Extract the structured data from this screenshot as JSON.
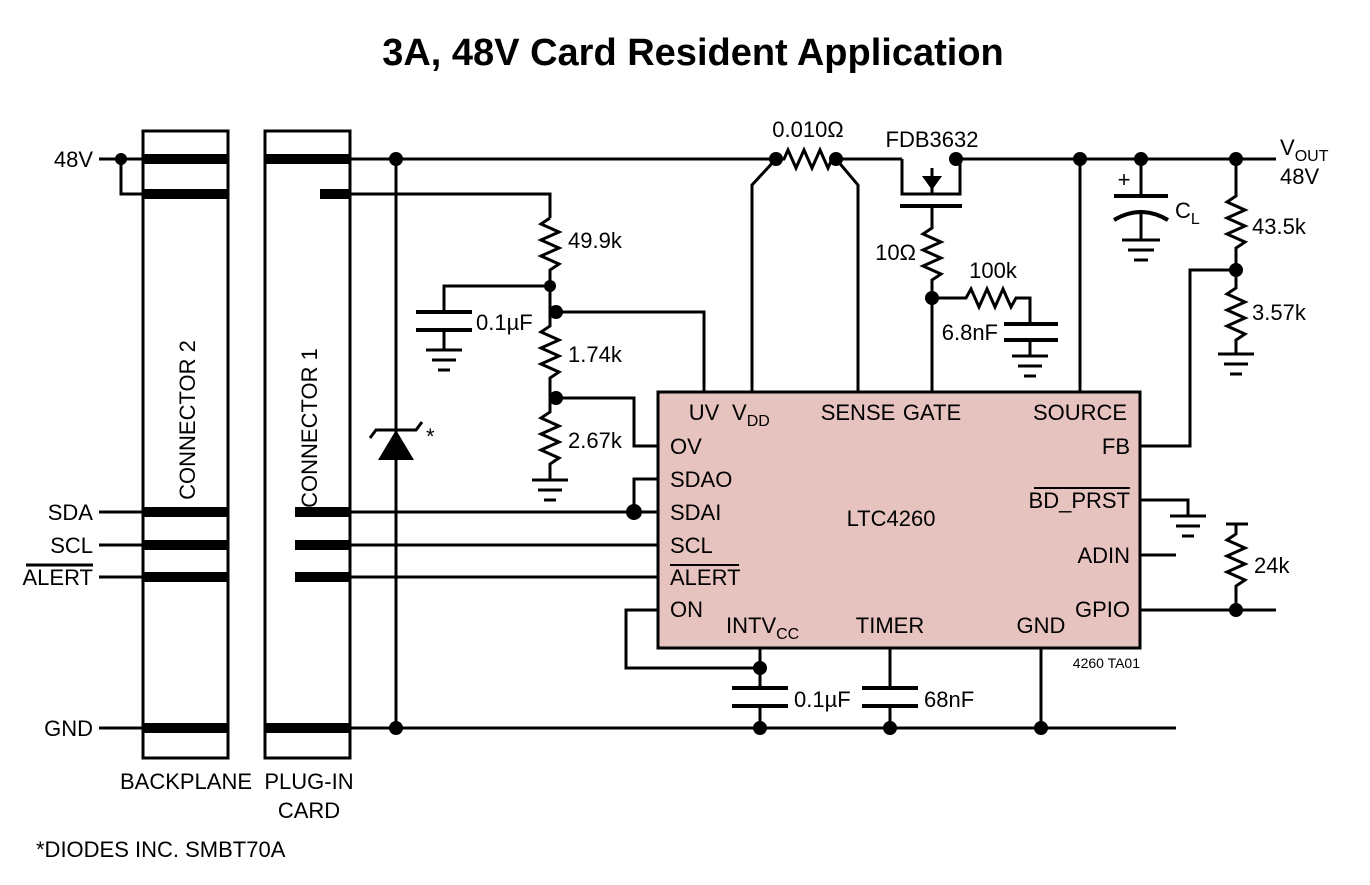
{
  "title": "3A, 48V Card Resident Application",
  "connectors": {
    "backplane_connector": "CONNECTOR 2",
    "card_connector": "CONNECTOR 1",
    "backplane_label": "BACKPLANE",
    "plugin_label_1": "PLUG-IN",
    "plugin_label_2": "CARD"
  },
  "signals": {
    "v48": "48V",
    "sda": "SDA",
    "scl": "SCL",
    "alert": "ALERT",
    "gnd": "GND"
  },
  "ic": {
    "name": "LTC4260",
    "pins": {
      "uv": "UV",
      "vdd_main": "V",
      "vdd_sub": "DD",
      "sense": "SENSE",
      "gate": "GATE",
      "source": "SOURCE",
      "ov": "OV",
      "sdao": "SDAO",
      "sdai": "SDAI",
      "scl": "SCL",
      "alert": "ALERT",
      "on": "ON",
      "intvcc_main": "INTV",
      "intvcc_sub": "CC",
      "timer": "TIMER",
      "gnd": "GND",
      "fb": "FB",
      "bd_prst": "BD_PRST",
      "adin": "ADIN",
      "gpio": "GPIO"
    }
  },
  "components": {
    "r_sense": "0.010Ω",
    "mosfet": "FDB3632",
    "r_gate": "10Ω",
    "r_comp": "100k",
    "c_comp": "6.8nF",
    "r1": "49.9k",
    "c_uv": "0.1µF",
    "r2": "1.74k",
    "r3": "2.67k",
    "r_fb_top": "43.5k",
    "r_fb_bot": "3.57k",
    "cl_main": "C",
    "cl_sub": "L",
    "r_gpio": "24k",
    "c_intvcc": "0.1µF",
    "c_timer": "68nF",
    "vout_main": "V",
    "vout_sub": "OUT",
    "vout_value": "48V",
    "zener_mark": "*",
    "cap_plus": "+"
  },
  "figure_code": "4260 TA01",
  "footnote": "*DIODES INC. SMBT70A",
  "colors": {
    "ic_fill": "#e6c3bf",
    "line": "#000000"
  }
}
